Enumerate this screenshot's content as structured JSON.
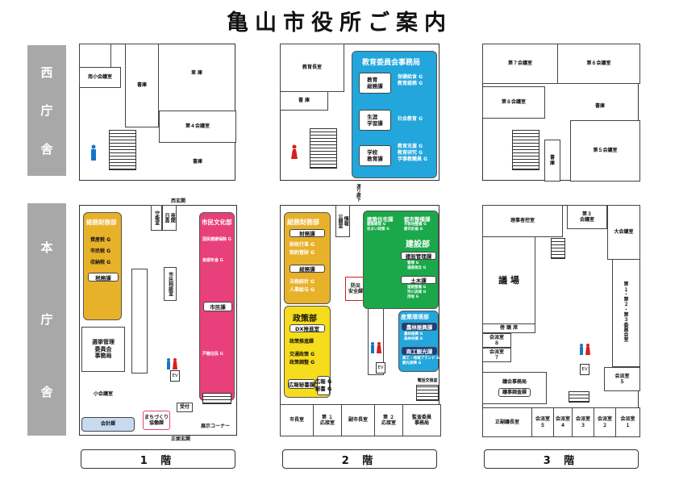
{
  "title": "亀山市役所ご案内",
  "west_label": [
    "西",
    "庁",
    "舎"
  ],
  "main_label": [
    "本",
    "庁",
    "舎"
  ],
  "floor_labels": [
    "1 階",
    "2 階",
    "3 階"
  ],
  "colors": {
    "orange": "#e8b12a",
    "pink": "#e8407a",
    "yellow": "#f5dc1c",
    "green": "#1aa84a",
    "blue": "#22a6dc",
    "gray": "#a8a8a8",
    "light_blue": "#c8daf0",
    "red": "#d81e1e"
  },
  "w1": {
    "minami": "南小会議室",
    "shoko": "書庫",
    "shako": "車 庫",
    "kaigi4": "第４会議室",
    "shoko2": "書庫"
  },
  "w2": {
    "kyoikucho": "教育長室",
    "shoko": "書 庫",
    "board": "教育委員会事務局",
    "b1": "教育\n総務課",
    "b1r": "保健給食 G\n教育総務 G",
    "b2": "生涯\n学習課",
    "b2r": "社会教育 G",
    "b3": "学校\n教育課",
    "b3r": "教育支援 G\n教育研究 G\n学事教職員 G",
    "corridor": "渡り廊下"
  },
  "w3": {
    "k7": "第７会議室",
    "k6": "第６会議室",
    "k8": "第８会議室",
    "shoko": "書庫",
    "shoko2": "書\n庫",
    "k5": "第５会議室"
  },
  "m1": {
    "somu_head": "総務財務部",
    "somu_items": [
      "資産税 G",
      "市民税 G",
      "収納税 G"
    ],
    "zeimu": "税務課",
    "senkyo": "選挙管理\n委員会\n事務局",
    "kaigi": "小会議室",
    "kaikei": "会計課",
    "machi": "まちづくり\n協働課",
    "shimin_head": "市民文化部",
    "shimin_items": [
      "国民健康保険 G",
      "後期年金 G"
    ],
    "shimin_ka": "市民課",
    "koseki": "戸籍住民 G",
    "shuei": "守衛室",
    "jiko": "夜間\n日直",
    "kenshi": "市民相談室",
    "nishi": "西玄関",
    "shomen": "正面玄関",
    "uketsuke": "受付",
    "tenji": "展示コーナー",
    "ev": "EV"
  },
  "m2": {
    "somu_head": "総務財務部",
    "zaimu": "財務課",
    "zaimu_items": [
      "財政行革 G",
      "契約管財 G"
    ],
    "somuka": "総務課",
    "somuka_items": [
      "法務統計 G",
      "人事給与 G"
    ],
    "seisaku_head": "政策部",
    "dx": "DX推進室",
    "seisaku": "政策推進課",
    "seisaku_items": [
      "交通政策 G",
      "政策調整 G"
    ],
    "koho": "広報秘書課",
    "koho_r": "広報 G\n秘書 G",
    "bosai": "防災\n安全課",
    "joho": "情報\n公開室",
    "kensetsu_head": "建設部",
    "jutaku": "建築住宅課",
    "jutaku_items": "建築開発 G\n住まい政策 G",
    "toshi": "都市整備課",
    "toshi_items": "市街地整備 G\n都市計画 G",
    "kensetsuka": "建設管理課",
    "kensetsuka_items": "管理 G\n道路保全 G",
    "doboku": "土木課",
    "doboku_items": "道路整備 G\n河川流域 G\n用地 G",
    "sangyo_head": "産業環境部",
    "norin": "農林振興課",
    "norin_items": "農林振興 G\n森林林業 G",
    "shoko": "商工観光課",
    "shoko_items": "商工・地域ブランド G\n観光振興 G",
    "denwa": "電話交換室",
    "shicho": "市長室",
    "o1": "第 １\n応接室",
    "fuku": "副市長室",
    "o2": "第 ２\n応接室",
    "kansa": "監査委員\n事務局",
    "ev": "EV"
  },
  "m3": {
    "rijisha": "理事者控室",
    "k3": "第３\n会議室",
    "daikaigi": "大会議室",
    "gijo": "議 場",
    "iinkai": "第\n１\n・\n第\n２\n・\n第\n３\n委\n員\n会\n室",
    "bochoseki": "傍 聴 席",
    "k8": "会派室\n８",
    "k7": "会派室\n７",
    "gikai": "議会事務局",
    "gikai_btn": "議事調査課",
    "k5r": "会派室\n５",
    "fukugicho": "正副議長室",
    "h5": "会派室\n５",
    "h4": "会派室\n４",
    "h3": "会派室\n３",
    "h2": "会派室\n２",
    "h1": "会派室\n１",
    "ev": "EV"
  }
}
